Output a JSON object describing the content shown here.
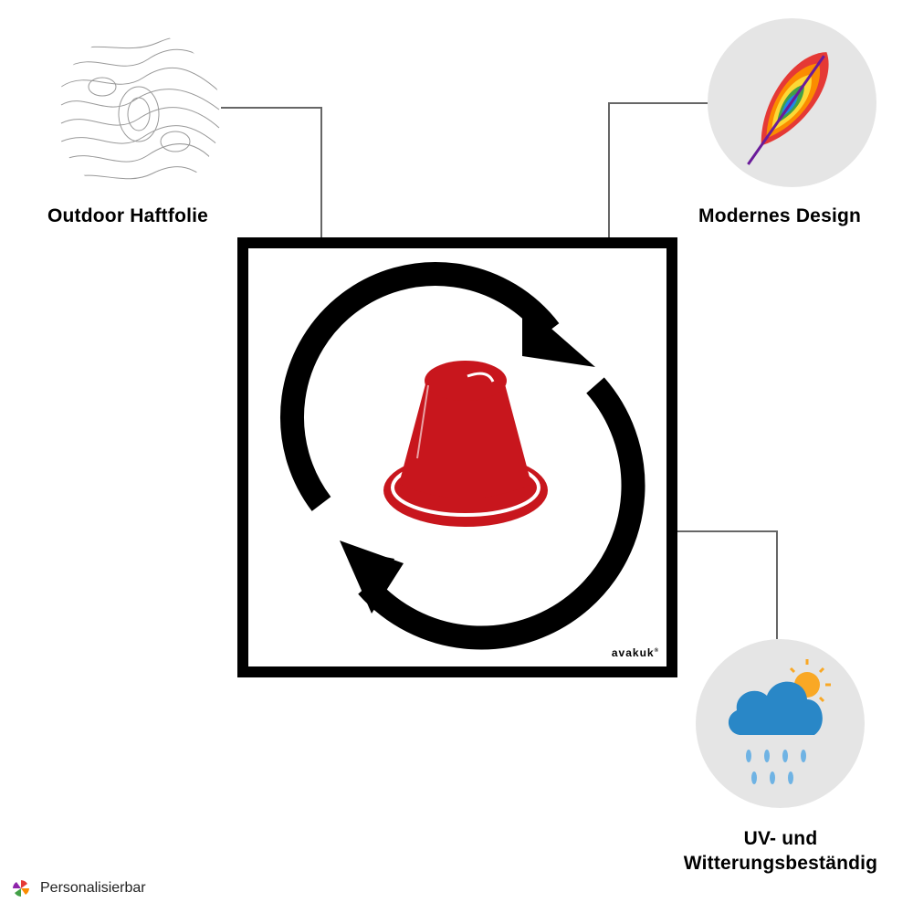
{
  "features": {
    "outdoor": {
      "label": "Outdoor Haftfolie",
      "icon": "fingerprint-texture-icon"
    },
    "design": {
      "label": "Modernes Design",
      "icon": "rainbow-feather-icon"
    },
    "uv": {
      "label": "UV- und Witterungsbeständig",
      "icon": "rain-cloud-sun-icon"
    }
  },
  "sticker": {
    "brand": "avakuk",
    "brand_mark": "®",
    "icon": "coffee-capsule-recycle-icon",
    "colors": {
      "capsule": "#c8161d",
      "arrows": "#000000",
      "frame": "#000000"
    }
  },
  "footer": {
    "label": "Personalisierbar",
    "icon": "pinwheel-icon"
  }
}
